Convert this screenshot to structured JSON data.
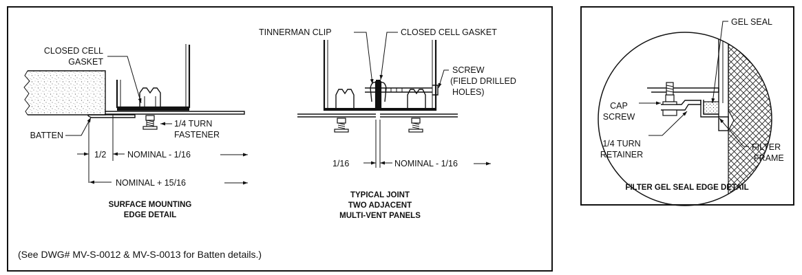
{
  "left_panel": {
    "surface_mounting": {
      "labels": {
        "closed_cell_gasket_1": "CLOSED CELL",
        "closed_cell_gasket_2": "GASKET",
        "batten": "BATTEN",
        "quarter_turn_fastener_1": "1/4 TURN",
        "quarter_turn_fastener_2": "FASTENER",
        "dim_half": "1/2",
        "dim_nominal_minus": "NOMINAL - 1/16",
        "dim_nominal_plus": "NOMINAL + 15/16"
      },
      "caption_line1": "SURFACE MOUNTING",
      "caption_line2": "EDGE DETAIL"
    },
    "typical_joint": {
      "labels": {
        "tinnerman_clip": "TINNERMAN CLIP",
        "closed_cell_gasket": "CLOSED CELL GASKET",
        "screw_1": "SCREW",
        "screw_2": "(FIELD DRILLED",
        "screw_3": "HOLES)",
        "dim_sixteenth": "1/16",
        "dim_nominal_minus": "NOMINAL - 1/16"
      },
      "caption_line1": "TYPICAL JOINT",
      "caption_line2": "TWO ADJACENT",
      "caption_line3": "MULTI-VENT PANELS"
    },
    "note": "(See DWG# MV-S-0012 & MV-S-0013 for Batten details.)"
  },
  "right_panel": {
    "labels": {
      "gel_seal": "GEL SEAL",
      "cap_screw_1": "CAP",
      "cap_screw_2": "SCREW",
      "retainer_1": "1/4 TURN",
      "retainer_2": "RETAINER",
      "filter_frame_1": "FILTER",
      "filter_frame_2": "FRAME"
    },
    "caption": "FILTER GEL SEAL EDGE DETAIL"
  }
}
